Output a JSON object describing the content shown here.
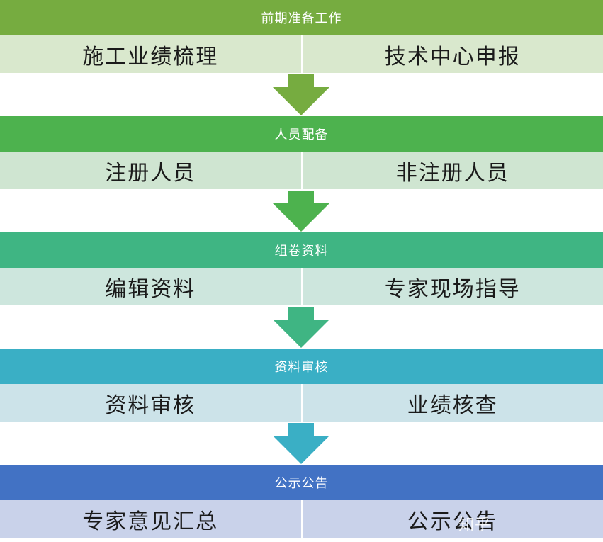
{
  "stages": [
    {
      "title": "前期准备工作",
      "items": [
        "施工业绩梳理",
        "技术中心申报"
      ],
      "header_color": "#76ac40",
      "row_color": "#d9e8cd",
      "arrow_color": "#76ac40"
    },
    {
      "title": "人员配备",
      "items": [
        "注册人员",
        "非注册人员"
      ],
      "header_color": "#4db24e",
      "row_color": "#cfe5d1",
      "arrow_color": "#4db24e"
    },
    {
      "title": "组卷资料",
      "items": [
        "编辑资料",
        "专家现场指导"
      ],
      "header_color": "#3fb583",
      "row_color": "#cde6dd",
      "arrow_color": "#3fb583"
    },
    {
      "title": "资料审核",
      "items": [
        "资料审核",
        "业绩核查"
      ],
      "header_color": "#3aafc5",
      "row_color": "#cce3e9",
      "arrow_color": "#3aafc5"
    },
    {
      "title": "公示公告",
      "items": [
        "专家意见汇总",
        "公示公告"
      ],
      "header_color": "#4272c4",
      "row_color": "#c9d2ea",
      "arrow_color": ""
    }
  ],
  "watermark": "知乎"
}
